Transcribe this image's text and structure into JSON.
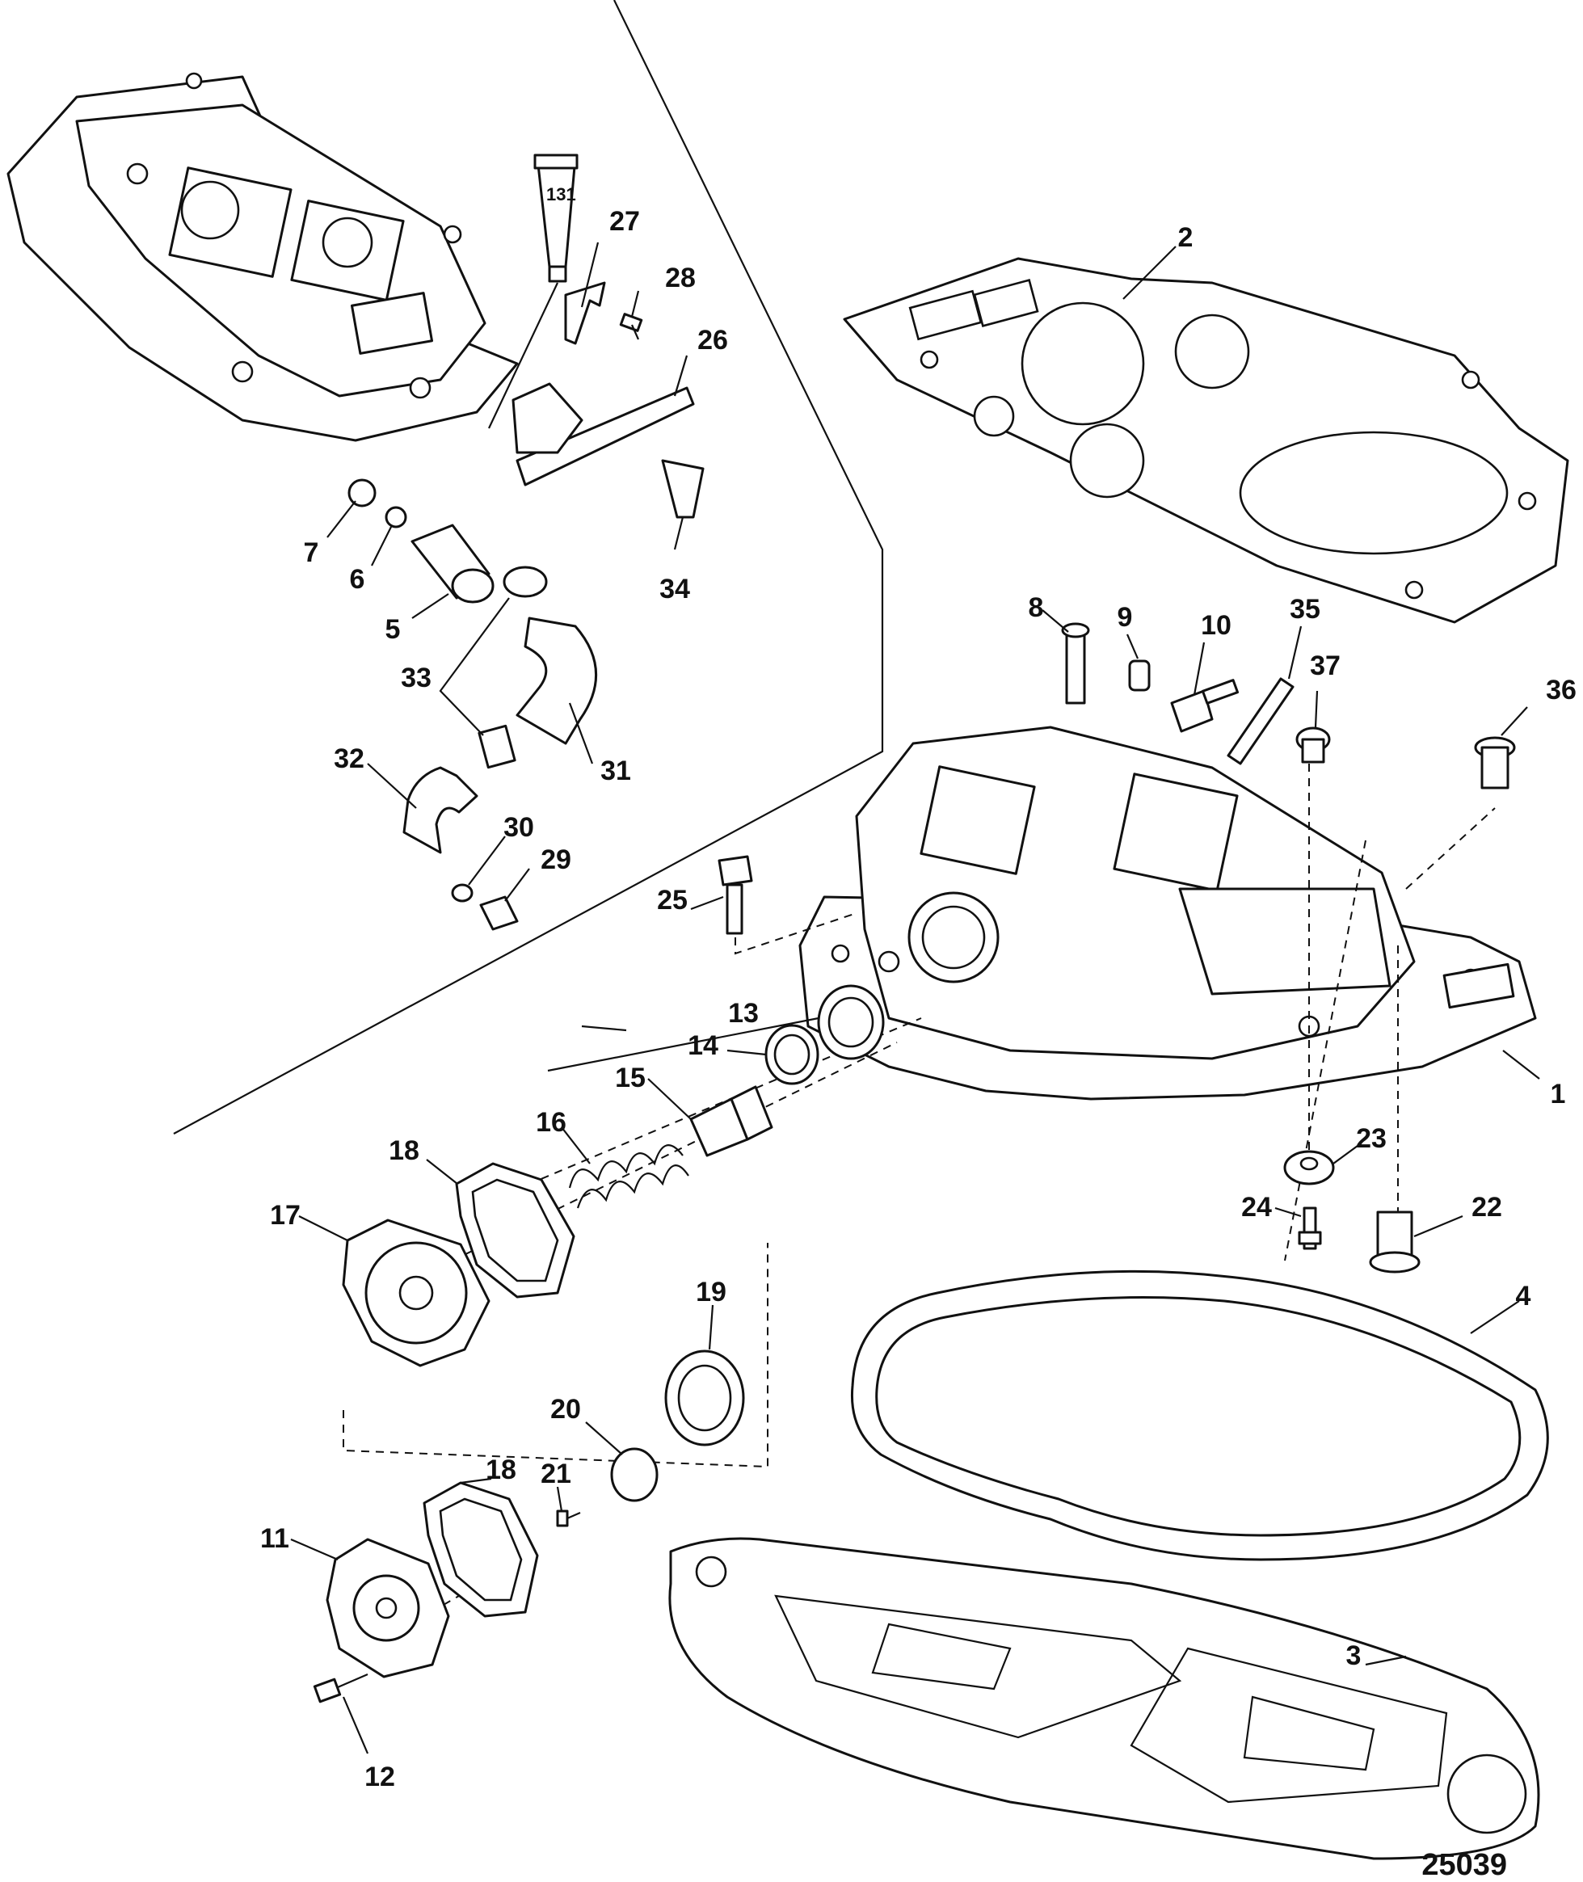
{
  "figure_number": "25039",
  "sealant_tube_label": "131",
  "callouts": [
    "1",
    "2",
    "3",
    "4",
    "5",
    "6",
    "7",
    "8",
    "9",
    "10",
    "11",
    "12",
    "13",
    "14",
    "15",
    "16",
    "17",
    "18",
    "18",
    "19",
    "20",
    "21",
    "22",
    "23",
    "24",
    "25",
    "26",
    "27",
    "28",
    "29",
    "30",
    "31",
    "32",
    "33",
    "34",
    "35",
    "36",
    "37"
  ]
}
